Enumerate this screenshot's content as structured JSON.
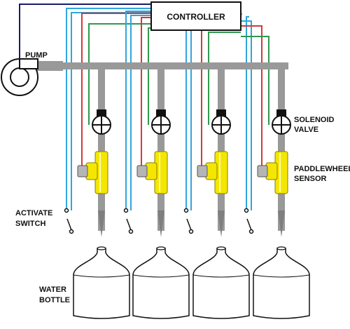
{
  "labels": {
    "controller": "CONTROLLER",
    "pump": "PUMP",
    "solenoid_line1": "SOLENOID",
    "solenoid_line2": "VALVE",
    "paddle_line1": "PADDLEWHEEL",
    "paddle_line2": "SENSOR",
    "switch_line1": "ACTIVATE",
    "switch_line2": "SWITCH",
    "bottle_line1": "WATER",
    "bottle_line2": "BOTTLE"
  },
  "stations": [
    "1",
    "2",
    "3",
    "4"
  ],
  "colors": {
    "pipe": "#999999",
    "pipe_dark": "#7f7f7f",
    "switch_wire": "#2fa6dd",
    "sensor_wire": "#d23a3a",
    "valve_wire": "#2e9a4c",
    "pump_wire": "#1a1a6e",
    "sensor_body": "#f5e600",
    "outline": "#111111"
  }
}
